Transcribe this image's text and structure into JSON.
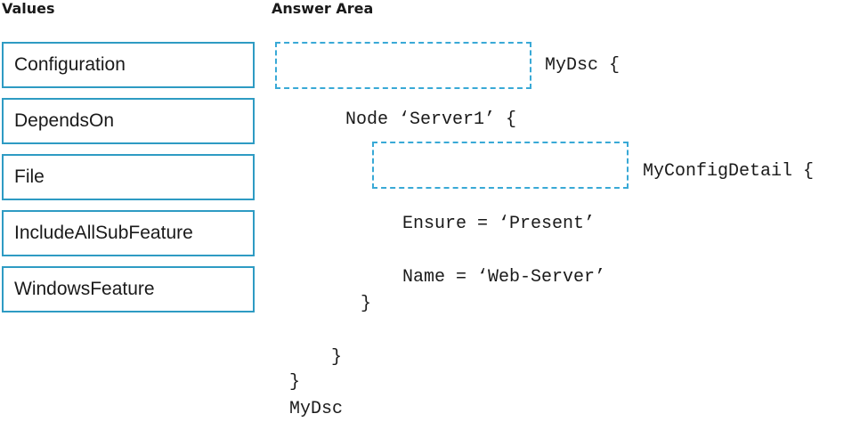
{
  "headings": {
    "values": "Values",
    "answer_area": "Answer Area"
  },
  "values": [
    "Configuration",
    "DependsOn",
    "File",
    "IncludeAllSubFeature",
    "WindowsFeature"
  ],
  "code": {
    "line1_suffix": "MyDsc {",
    "node_line": "Node ‘Server1’ {",
    "line3_suffix": "MyConfigDetail {",
    "ensure_line": "Ensure = ‘Present’",
    "name_line": "Name = ‘Web-Server’",
    "close_inner": "}",
    "close_node": "}",
    "close_config": "}",
    "call_line": "MyDsc"
  },
  "colors": {
    "box_border": "#2e9bc3",
    "drop_border": "#39a9d6"
  }
}
